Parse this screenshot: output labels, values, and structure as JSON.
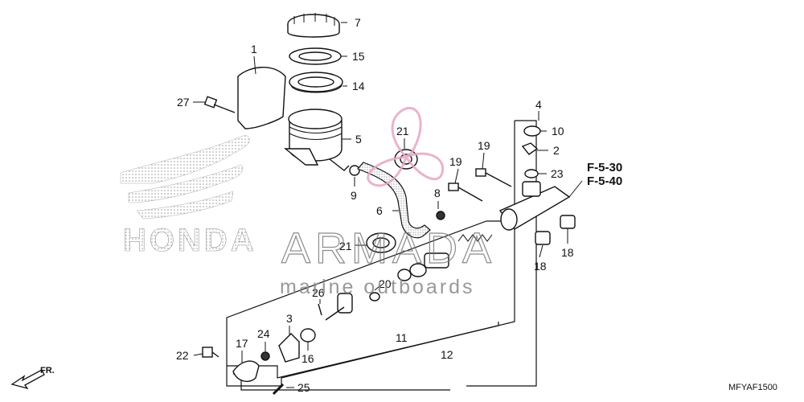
{
  "diagram_code": "MFYAF1500",
  "front_label": "FR.",
  "section_refs": [
    "F-5-30",
    "F-5-40"
  ],
  "brand_logo_text": "HONDA",
  "watermark": {
    "title": "ARMADA",
    "subtitle": "marine outboards",
    "accent_color": "#e7a6c4"
  },
  "callouts": {
    "c1": "1",
    "c2": "2",
    "c3": "3",
    "c4": "4",
    "c5": "5",
    "c6": "6",
    "c7": "7",
    "c8": "8",
    "c9": "9",
    "c10": "10",
    "c11": "11",
    "c12": "12",
    "c14": "14",
    "c15": "15",
    "c16": "16",
    "c17": "17",
    "c18a": "18",
    "c18b": "18",
    "c19a": "19",
    "c19b": "19",
    "c20": "20",
    "c21a": "21",
    "c21b": "21",
    "c22": "22",
    "c23": "23",
    "c24": "24",
    "c25": "25",
    "c26": "26",
    "c27": "27"
  }
}
